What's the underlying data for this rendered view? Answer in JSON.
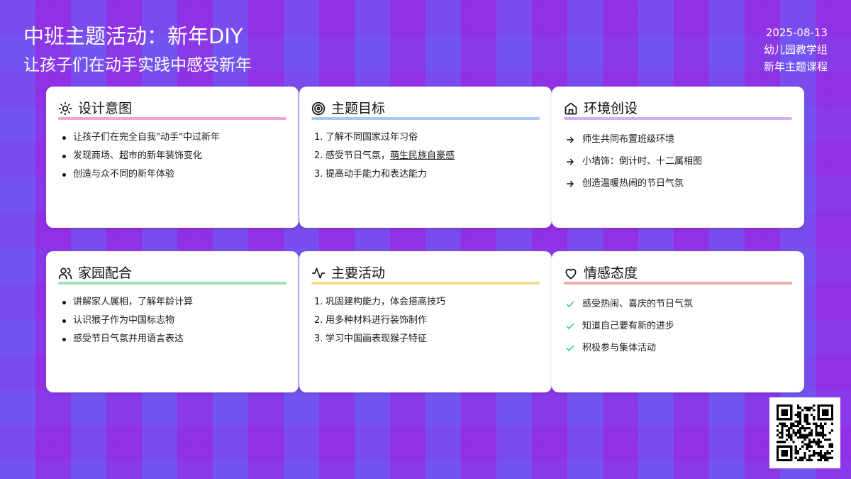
{
  "header": {
    "title": "中班主题活动：新年DIY",
    "subtitle": "让孩子们在动手实践中感受新年"
  },
  "meta": {
    "date": "2025-08-13",
    "group": "幼儿园教学组",
    "course": "新年主题课程"
  },
  "cards": [
    {
      "title": "设计意图",
      "icon": "sun-icon",
      "color": "#f0a6d0",
      "items": [
        "让孩子们在完全自我\"动手\"中过新年",
        "发现商场、超市的新年装饰变化",
        "创造与众不同的新年体验"
      ]
    },
    {
      "title": "主题目标",
      "icon": "target-icon",
      "color": "#a9c8ec",
      "items": [
        "了解不同国家过年习俗",
        "感受节日气氛，",
        "提高动手能力和表达能力"
      ],
      "item2_link": "萌生民族自豪感"
    },
    {
      "title": "环境创设",
      "icon": "home-icon",
      "color": "#d5b0f0",
      "items": [
        "师生共同布置班级环境",
        "小墙饰：倒计时、十二属相图",
        "创造温暖热闹的节日气氛"
      ]
    },
    {
      "title": "家园配合",
      "icon": "users-icon",
      "color": "#9ee0b8",
      "items": [
        "讲解家人属相，了解年龄计算",
        "认识猴子作为中国标志物",
        "感受节日气氛并用语言表达"
      ]
    },
    {
      "title": "主要活动",
      "icon": "activity-icon",
      "color": "#f2dc8a",
      "items": [
        "巩固建构能力，体会搭高技巧",
        "用多种材料进行装饰制作",
        "学习中国画表现猴子特征"
      ]
    },
    {
      "title": "情感态度",
      "icon": "heart-icon",
      "color": "#f0a8a8",
      "items": [
        "感受热闹、喜庆的节日气氛",
        "知道自己要有新的进步",
        "积极参与集体活动"
      ]
    }
  ],
  "colors": {
    "check": "#3cc47a"
  },
  "qr_icon": "qr-code-icon"
}
